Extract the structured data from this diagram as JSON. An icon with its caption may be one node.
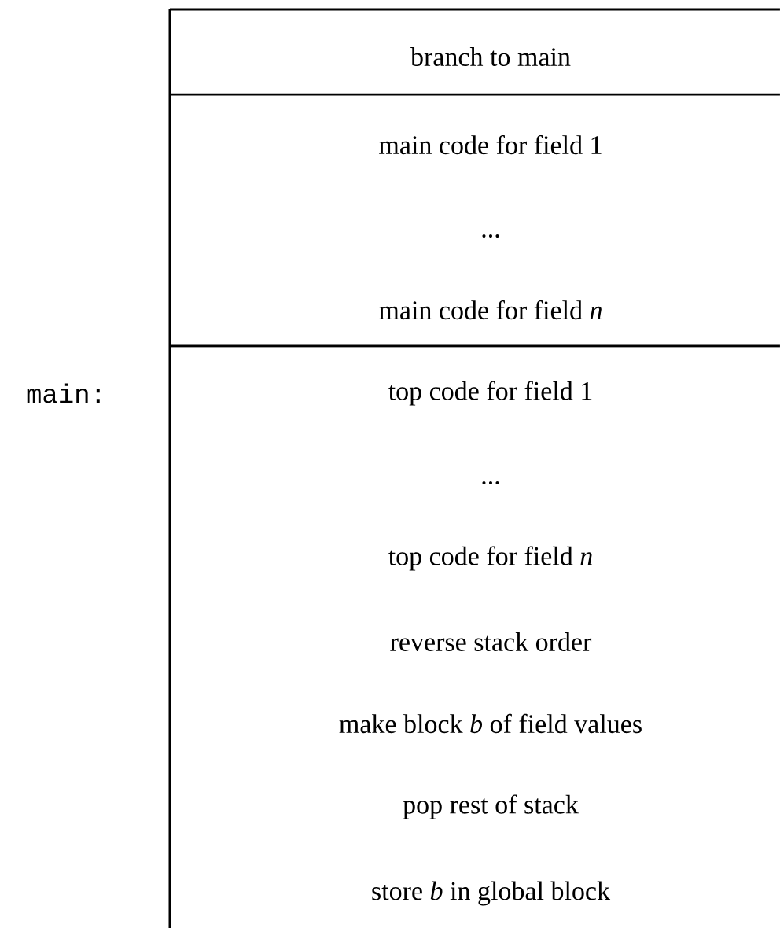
{
  "diagram": {
    "nodes": [
      {
        "text": [
          "branch to main"
        ]
      },
      {
        "text": [
          "main code for field 1",
          "...",
          "main code for field *n*"
        ]
      },
      {
        "text": [
          "top code for field 1",
          "...",
          "top code for field *n*",
          "reverse stack order",
          "make block *b* of field values",
          "pop rest of stack",
          "store *b* in global block"
        ],
        "beside": [
          "main:"
        ]
      }
    ]
  }
}
